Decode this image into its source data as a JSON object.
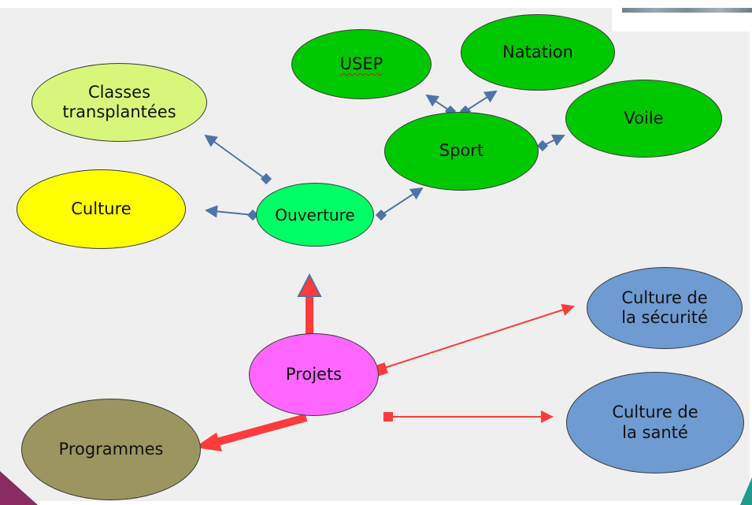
{
  "nodes": {
    "classes_transplantees": {
      "label": "Classes\ntransplantées",
      "color": "#d8f77a"
    },
    "culture": {
      "label": "Culture",
      "color": "#ffff00"
    },
    "ouverture": {
      "label": "Ouverture",
      "color": "#00ff66"
    },
    "usep": {
      "label": "USEP",
      "color": "#00c800"
    },
    "natation": {
      "label": "Natation",
      "color": "#00c800"
    },
    "sport": {
      "label": "Sport",
      "color": "#00c800"
    },
    "voile": {
      "label": "Voile",
      "color": "#00c800"
    },
    "projets": {
      "label": "Projets",
      "color": "#ff66ff"
    },
    "programmes": {
      "label": "Programmes",
      "color": "#9b9660"
    },
    "culture_securite": {
      "label": "Culture de\nla sécurité",
      "color": "#6e9bd2"
    },
    "culture_sante": {
      "label": "Culture de\nla santé",
      "color": "#6e9bd2"
    }
  },
  "connector_colors": {
    "blue": "#4d73aa",
    "red": "#ff3b3b",
    "corner_left": "#8a2c64",
    "corner_right": "#1f9a8f"
  }
}
